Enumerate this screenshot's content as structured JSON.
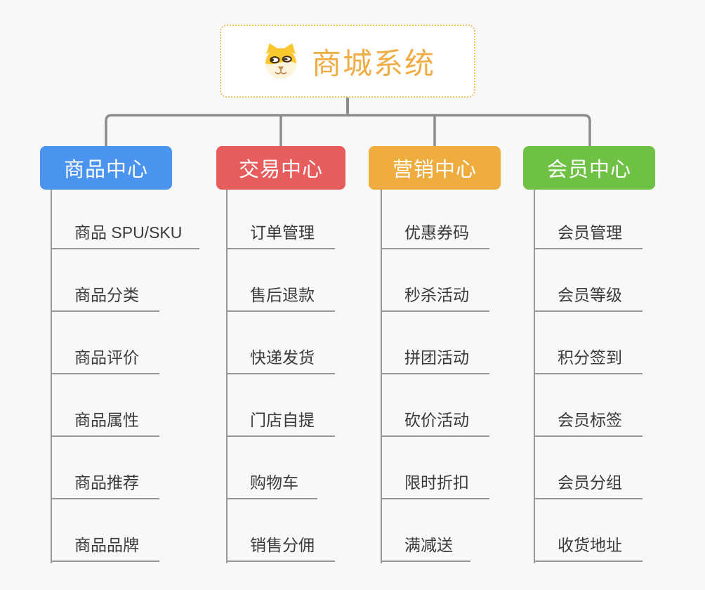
{
  "root": {
    "title": "商城系统",
    "icon": "dog-face-icon"
  },
  "branches": [
    {
      "label": "商品中心",
      "color": "#4a93ee",
      "children": [
        "商品 SPU/SKU",
        "商品分类",
        "商品评价",
        "商品属性",
        "商品推荐",
        "商品品牌"
      ]
    },
    {
      "label": "交易中心",
      "color": "#e75c5c",
      "children": [
        "订单管理",
        "售后退款",
        "快递发货",
        "门店自提",
        "购物车",
        "销售分佣"
      ]
    },
    {
      "label": "营销中心",
      "color": "#f0ad3f",
      "children": [
        "优惠券码",
        "秒杀活动",
        "拼团活动",
        "砍价活动",
        "限时折扣",
        "满减送"
      ]
    },
    {
      "label": "会员中心",
      "color": "#6fc146",
      "children": [
        "会员管理",
        "会员等级",
        "积分签到",
        "会员标签",
        "会员分组",
        "收货地址"
      ]
    }
  ],
  "colors": {
    "background": "#f8f8f8",
    "connector": "#8c8c8c",
    "subline": "#979797",
    "root_accent": "#f0ac45",
    "root_border": "#f2be6b",
    "leaf_text": "#3a3a3a"
  }
}
